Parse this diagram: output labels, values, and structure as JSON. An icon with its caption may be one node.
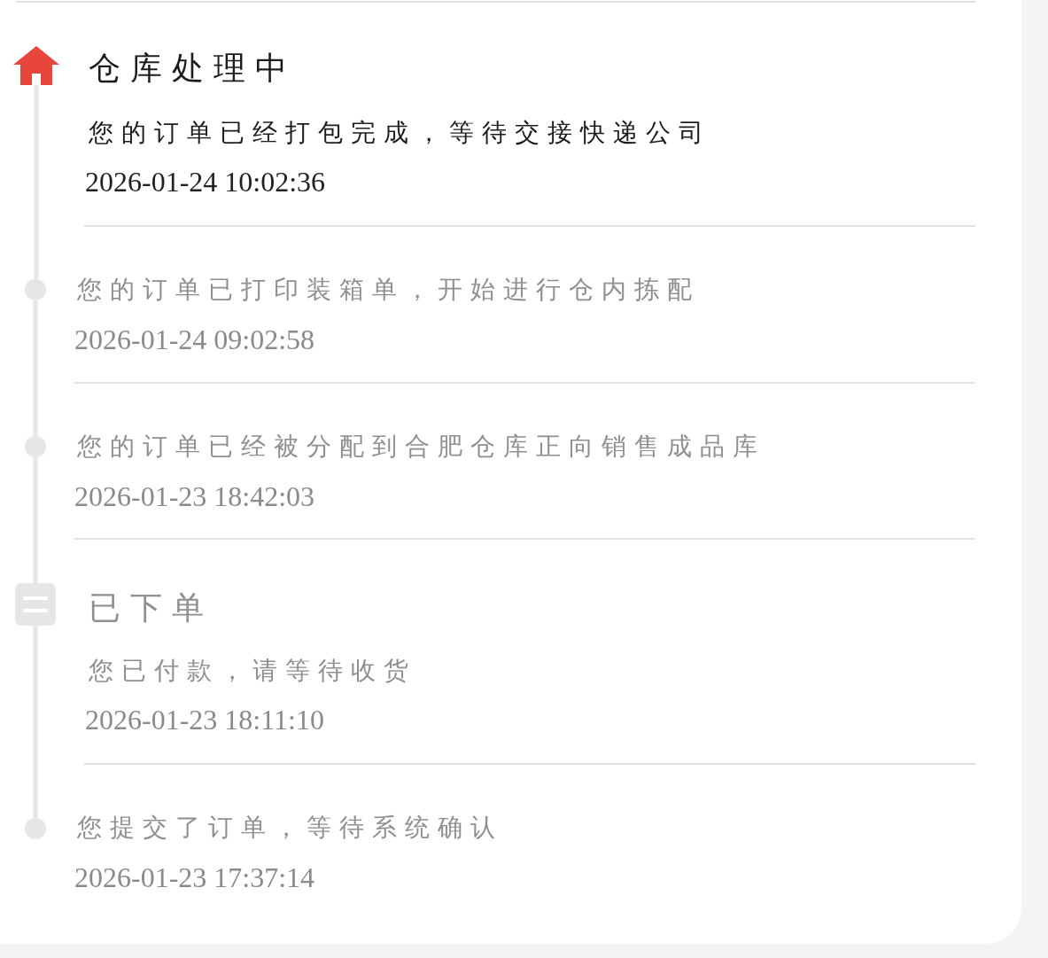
{
  "diagram": {
    "nodes": [
      {
        "text": [],
        "shape": "picture",
        "beside": [
          "仓库处理中",
          "您的订单已经打包完成，等待交接快递公司",
          "2026-01-24 10:02:36"
        ]
      },
      {
        "text": [],
        "shape": "circle",
        "beside": [
          "您的订单已打印装箱单，开始进行仓内拣配",
          "2026-01-24 09:02:58"
        ]
      },
      {
        "text": [],
        "shape": "circle",
        "beside": [
          "您的订单已经被分配到合肥仓库正向销售成品库",
          "2026-01-23 18:42:03"
        ]
      },
      {
        "text": [],
        "shape": "box",
        "beside": [
          "已下单",
          "您已付款，请等待收货",
          "2026-01-23 18:11:10"
        ]
      },
      {
        "text": [],
        "shape": "circle",
        "beside": [
          "您提交了订单，等待系统确认",
          "2026-01-23 17:37:14"
        ]
      }
    ],
    "edges": [
      {
        "from": 0,
        "to": 1,
        "arrow": "none"
      },
      {
        "from": 1,
        "to": 2,
        "arrow": "none"
      },
      {
        "from": 2,
        "to": 3,
        "arrow": "none"
      },
      {
        "from": 3,
        "to": 4,
        "arrow": "none"
      }
    ]
  }
}
